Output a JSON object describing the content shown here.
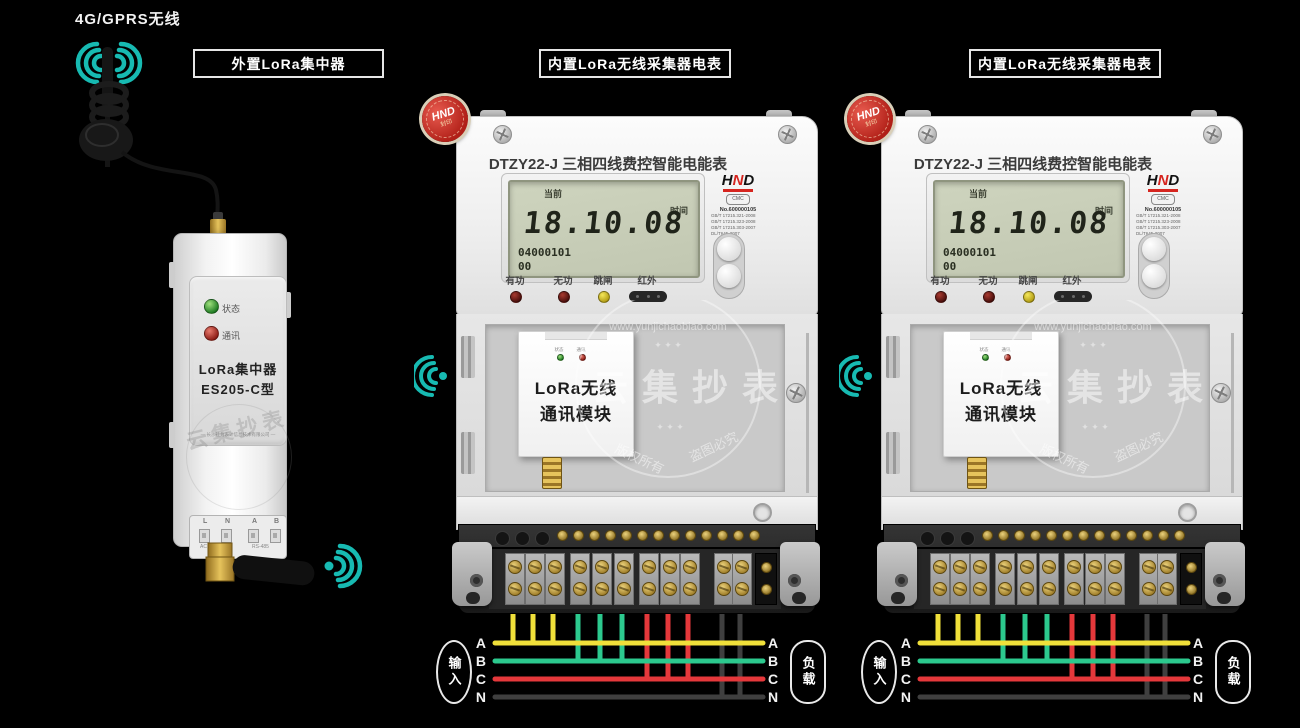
{
  "colors": {
    "background": "#000000",
    "signal_teal": "#17bab2",
    "wire_phase_a": "#f0e03a",
    "wire_phase_b": "#2cc98e",
    "wire_phase_c": "#e5383b",
    "wire_neutral": "#3f3f3f",
    "seal_red": "#b01f17",
    "lcd_green": "#c9cfba"
  },
  "labels": {
    "top_left": "4G/GPRS无线",
    "concentrator_box": "外置LoRa集中器",
    "meter_box": "内置LoRa无线采集器电表"
  },
  "concentrator": {
    "status_led": "状态",
    "comm_led": "通讯",
    "model_line1": "LoRa集中器",
    "model_line2": "ES205-C型",
    "company": "— 长沙社为表计信息技术有限公司 —",
    "terminal_labels": [
      "L",
      "N",
      "A",
      "B"
    ],
    "power_caption": "AC 220V",
    "port_caption": "RS-485"
  },
  "meter": {
    "seal_brand": "HND",
    "seal_text": "封印",
    "title": "DTZY22-J 三相四线费控智能电能表",
    "lcd": {
      "mode": "当前",
      "field": "时间",
      "value": "18.10.08",
      "code_line1": "04000101",
      "code_line2": "00"
    },
    "brand": {
      "logo_h": "H",
      "logo_n": "N",
      "logo_d": "D",
      "cert": "CMC",
      "serial": "No.600000105",
      "standards": [
        "GB/T 17215.321-2008",
        "GB/T 17215.323-2008",
        "GB/T 17215.303-2007",
        "DL/T645-2007"
      ]
    },
    "indicators": [
      {
        "label": "有功"
      },
      {
        "label": "无功"
      },
      {
        "label": "跳闸"
      },
      {
        "label": "红外"
      }
    ],
    "module": {
      "led1": "状态",
      "led2": "通讯",
      "name_line1": "LoRa无线",
      "name_line2": "通讯模块"
    },
    "watermark": {
      "arc_top": "www.yunjichaobiao.com",
      "main": "云集抄表",
      "stars": "✦ ✦ ✦",
      "arc_bottom_left": "版权所有",
      "arc_bottom_right": "盗图必究"
    },
    "wiring": {
      "input_label": "输入",
      "load_label": "负载",
      "phases": [
        {
          "name": "A"
        },
        {
          "name": "B"
        },
        {
          "name": "C"
        },
        {
          "name": "N"
        }
      ]
    }
  }
}
